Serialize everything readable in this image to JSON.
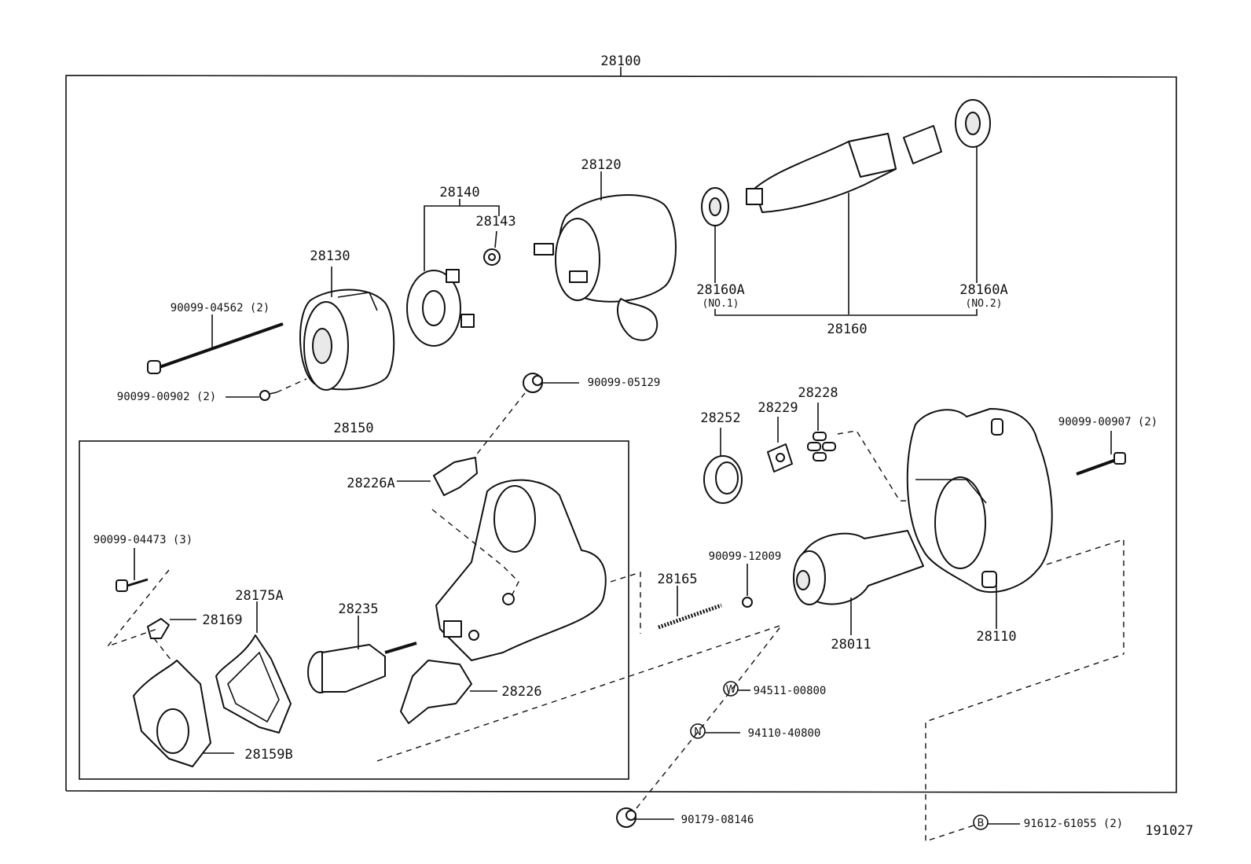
{
  "diagram_id": "191027",
  "labels": {
    "assembly": "28100",
    "sub_assembly": "28150",
    "p28120": "28120",
    "p28140": "28140",
    "p28143": "28143",
    "p28130": "28130",
    "bolt_through": "90099-04562 (2)",
    "screw_end": "90099-00902 (2)",
    "p28160a_1": "28160A",
    "p28160a_1_note": "(NO.1)",
    "p28160a_2": "28160A",
    "p28160a_2_note": "(NO.2)",
    "p28160": "28160",
    "cap_05129": "90099-05129",
    "p28252": "28252",
    "p28229": "28229",
    "p28228": "28228",
    "bolt_00907": "90099-00907 (2)",
    "p28226a": "28226A",
    "screw_04473": "90099-04473 (3)",
    "p28175a": "28175A",
    "p28169": "28169",
    "p28235": "28235",
    "p28226": "28226",
    "p28159b": "28159B",
    "p28165": "28165",
    "ball_12009": "90099-12009",
    "p28011": "28011",
    "p28110": "28110",
    "washer_w": "94511-00800",
    "nut_n": "94110-40800",
    "cap_08146": "90179-08146",
    "bolt_b": "91612-61055 (2)"
  },
  "circle_letters": {
    "w": "W",
    "n": "N",
    "b": "B"
  }
}
